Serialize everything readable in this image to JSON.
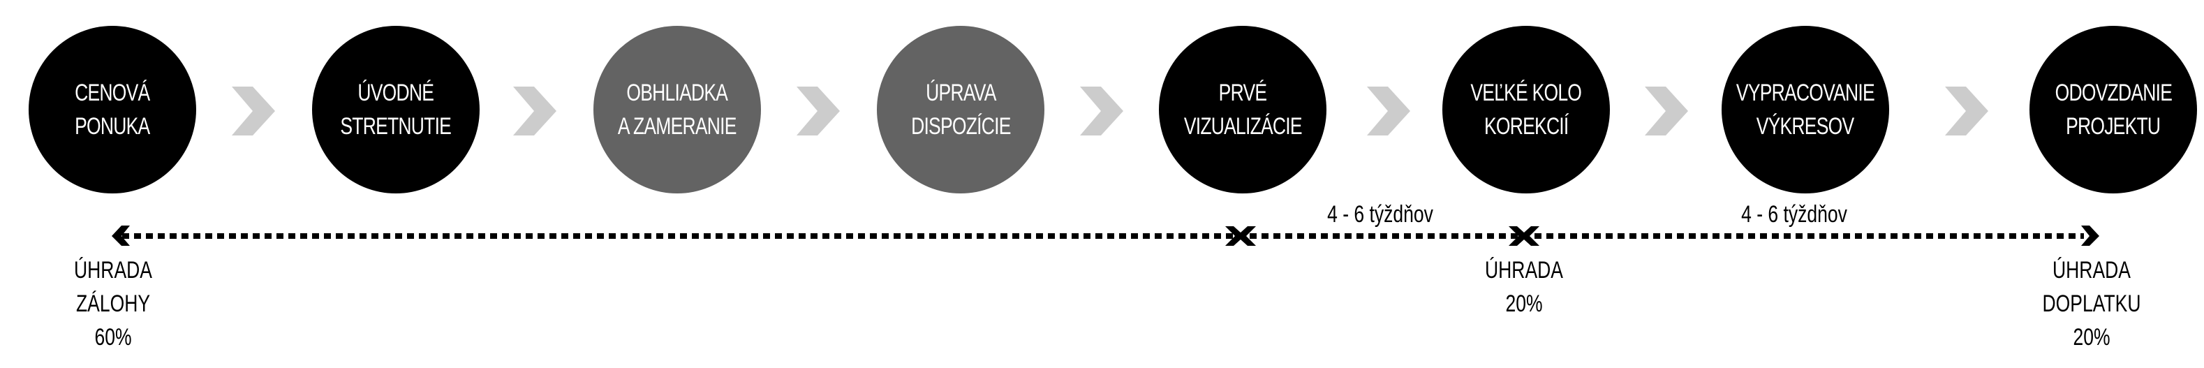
{
  "colors": {
    "dark_step": "#000000",
    "light_step": "#636363",
    "chevron": "#cccccc",
    "text": "#000000"
  },
  "steps": [
    {
      "line1": "CENOVÁ",
      "line2": "PONUKA",
      "shade": "dark"
    },
    {
      "line1": "ÚVODNÉ",
      "line2": "STRETNUTIE",
      "shade": "dark"
    },
    {
      "line1": "OBHLIADKA",
      "line2": "A ZAMERANIE",
      "shade": "gray"
    },
    {
      "line1": "ÚPRAVA",
      "line2": "DISPOZÍCIE",
      "shade": "gray"
    },
    {
      "line1": "PRVÉ",
      "line2": "VIZUALIZÁCIE",
      "shade": "dark"
    },
    {
      "line1": "VEĽKÉ KOLO",
      "line2": "KOREKCIÍ",
      "shade": "dark"
    },
    {
      "line1": "VYPRACOVANIE",
      "line2": "VÝKRESOV",
      "shade": "dark"
    },
    {
      "line1": "ODOVZDANIE",
      "line2": "PROJEKTU",
      "shade": "dark"
    }
  ],
  "timeline": {
    "durations": [
      "4 - 6 týždňov",
      "4 - 6 týždňov"
    ],
    "payments": [
      {
        "line1": "ÚHRADA",
        "line2": "ZÁLOHY",
        "line3": "60%"
      },
      {
        "line1": "ÚHRADA",
        "line2": "20%"
      },
      {
        "line1": "ÚHRADA",
        "line2": "DOPLATKU",
        "line3": "20%"
      }
    ]
  }
}
